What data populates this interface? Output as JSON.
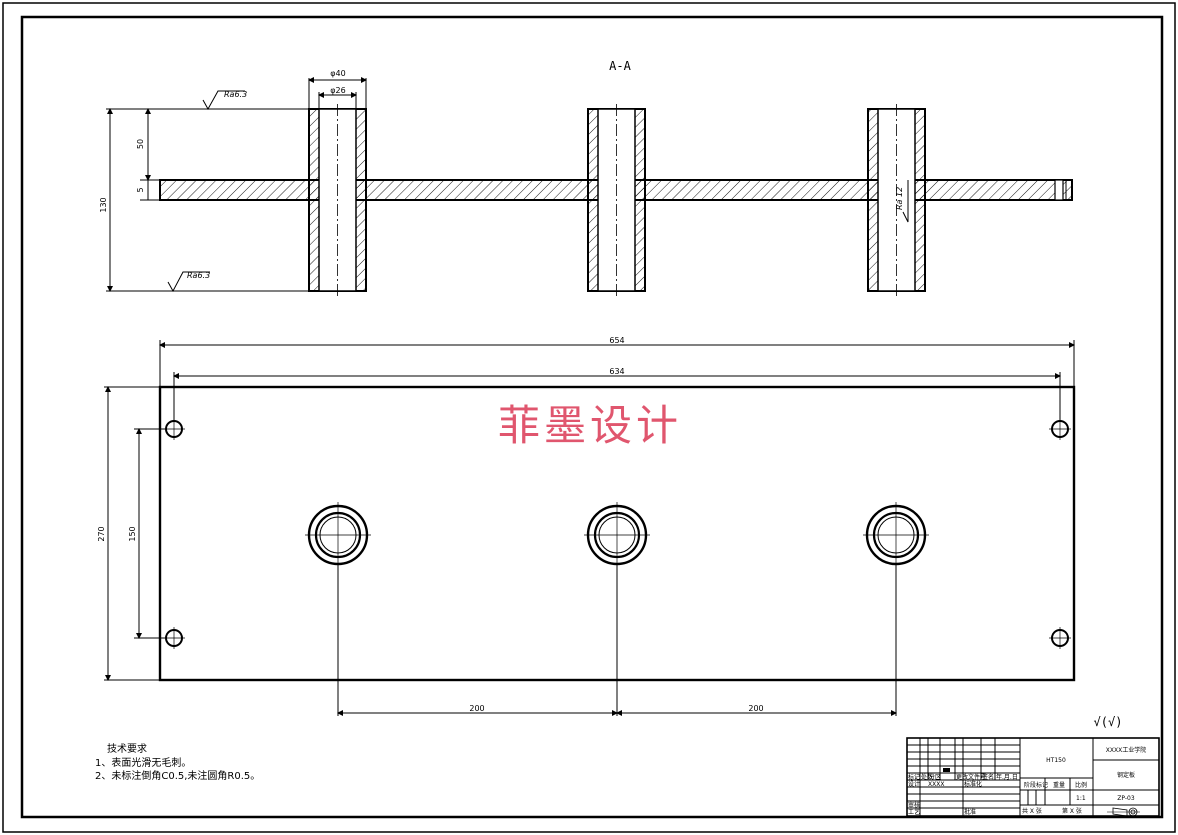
{
  "view_label": "A-A",
  "watermark": "菲墨设计",
  "section_dims": {
    "outer_dia": "φ40",
    "inner_dia": "φ26",
    "height_50": "50",
    "thickness_5": "5",
    "total_height_130": "130",
    "roughness_top": "Ra6.3",
    "roughness_bottom": "Ra6.3",
    "roughness_bore": "Ra 12"
  },
  "plan_dims": {
    "overall_length": "654",
    "hole_pitch_x": "634",
    "overall_width": "270",
    "hole_pitch_y": "150",
    "boss_spacing_1": "200",
    "boss_spacing_2": "200"
  },
  "surface_symbol": "√(√)",
  "tech_requirements": {
    "heading": "技术要求",
    "items": [
      "1、表面光滑无毛刺。",
      "2、未标注倒角C0.5,未注圆角R0.5。"
    ]
  },
  "title_block": {
    "material": "HT150",
    "school": "XXXX工业学院",
    "part_name": "钢定板",
    "drawing_no": "ZP-03",
    "scale": "1:1",
    "labels": {
      "mark": "标记",
      "count": "处数",
      "zone": "分区",
      "change_doc": "更改文件号",
      "signature": "签名",
      "date": "年.月.日",
      "design": "设计",
      "designer": "XXXX",
      "standardize": "标准化",
      "stage_mark": "阶段标记",
      "weight": "重量",
      "scale_label": "比例",
      "review": "审核",
      "process": "工艺",
      "approve": "批准",
      "sheets_total": "共 X 张",
      "sheet_no": "第 X 张"
    }
  }
}
